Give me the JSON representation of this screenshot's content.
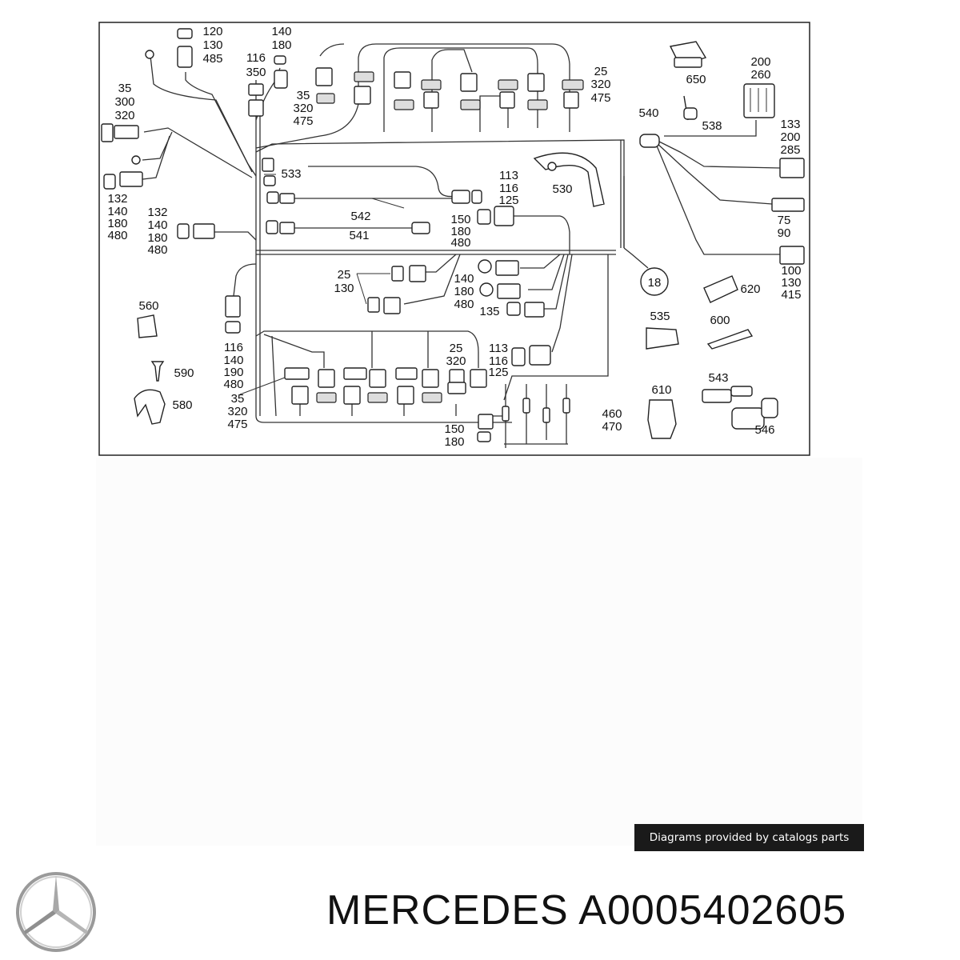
{
  "labels": [
    {
      "id": "l1",
      "lines": [
        "120",
        "130",
        "485"
      ]
    },
    {
      "id": "l2",
      "lines": [
        "140",
        "180"
      ]
    },
    {
      "id": "l3",
      "lines": [
        "116",
        "350"
      ]
    },
    {
      "id": "l4",
      "lines": [
        "35",
        "300",
        "320"
      ]
    },
    {
      "id": "l5",
      "lines": [
        "35",
        "320",
        "475"
      ]
    },
    {
      "id": "l6",
      "lines": [
        "25",
        "320",
        "475"
      ]
    },
    {
      "id": "l7",
      "lines": [
        "650"
      ]
    },
    {
      "id": "l8",
      "lines": [
        "200",
        "260"
      ]
    },
    {
      "id": "l9",
      "lines": [
        "540"
      ]
    },
    {
      "id": "l10",
      "lines": [
        "538"
      ]
    },
    {
      "id": "l11",
      "lines": [
        "133",
        "200",
        "285"
      ]
    },
    {
      "id": "l12",
      "lines": [
        "533"
      ]
    },
    {
      "id": "l13",
      "lines": [
        "113",
        "116",
        "125"
      ]
    },
    {
      "id": "l14",
      "lines": [
        "530"
      ]
    },
    {
      "id": "l15",
      "lines": [
        "132",
        "140",
        "180",
        "480"
      ]
    },
    {
      "id": "l16",
      "lines": [
        "542"
      ]
    },
    {
      "id": "l17",
      "lines": [
        "132",
        "140",
        "180",
        "480"
      ]
    },
    {
      "id": "l18",
      "lines": [
        "541"
      ]
    },
    {
      "id": "l19",
      "lines": [
        "150",
        "180",
        "480"
      ]
    },
    {
      "id": "l20",
      "lines": [
        "75",
        "90"
      ]
    },
    {
      "id": "l21",
      "lines": [
        "100",
        "130",
        "415"
      ]
    },
    {
      "id": "l22",
      "lines": [
        "25",
        "130"
      ]
    },
    {
      "id": "l23",
      "lines": [
        "140",
        "180",
        "480"
      ]
    },
    {
      "id": "l24",
      "lines": [
        "18"
      ]
    },
    {
      "id": "l25",
      "lines": [
        "620"
      ]
    },
    {
      "id": "l26",
      "lines": [
        "560"
      ]
    },
    {
      "id": "l27",
      "lines": [
        "135"
      ]
    },
    {
      "id": "l28",
      "lines": [
        "535"
      ]
    },
    {
      "id": "l29",
      "lines": [
        "600"
      ]
    },
    {
      "id": "l30",
      "lines": [
        "116",
        "140",
        "190",
        "480"
      ]
    },
    {
      "id": "l31",
      "lines": [
        "25",
        "320"
      ]
    },
    {
      "id": "l32",
      "lines": [
        "113",
        "116",
        "125"
      ]
    },
    {
      "id": "l33",
      "lines": [
        "590"
      ]
    },
    {
      "id": "l34",
      "lines": [
        "543"
      ]
    },
    {
      "id": "l35",
      "lines": [
        "35",
        "320",
        "475"
      ]
    },
    {
      "id": "l36",
      "lines": [
        "610"
      ]
    },
    {
      "id": "l37",
      "lines": [
        "580"
      ]
    },
    {
      "id": "l38",
      "lines": [
        "460",
        "470"
      ]
    },
    {
      "id": "l39",
      "lines": [
        "546"
      ]
    },
    {
      "id": "l40",
      "lines": [
        "150",
        "180"
      ]
    }
  ],
  "credit": "Diagrams provided by catalogs parts",
  "brand_title": "MERCEDES A0005402605",
  "icons": {
    "logo": "mercedes-star-icon"
  }
}
